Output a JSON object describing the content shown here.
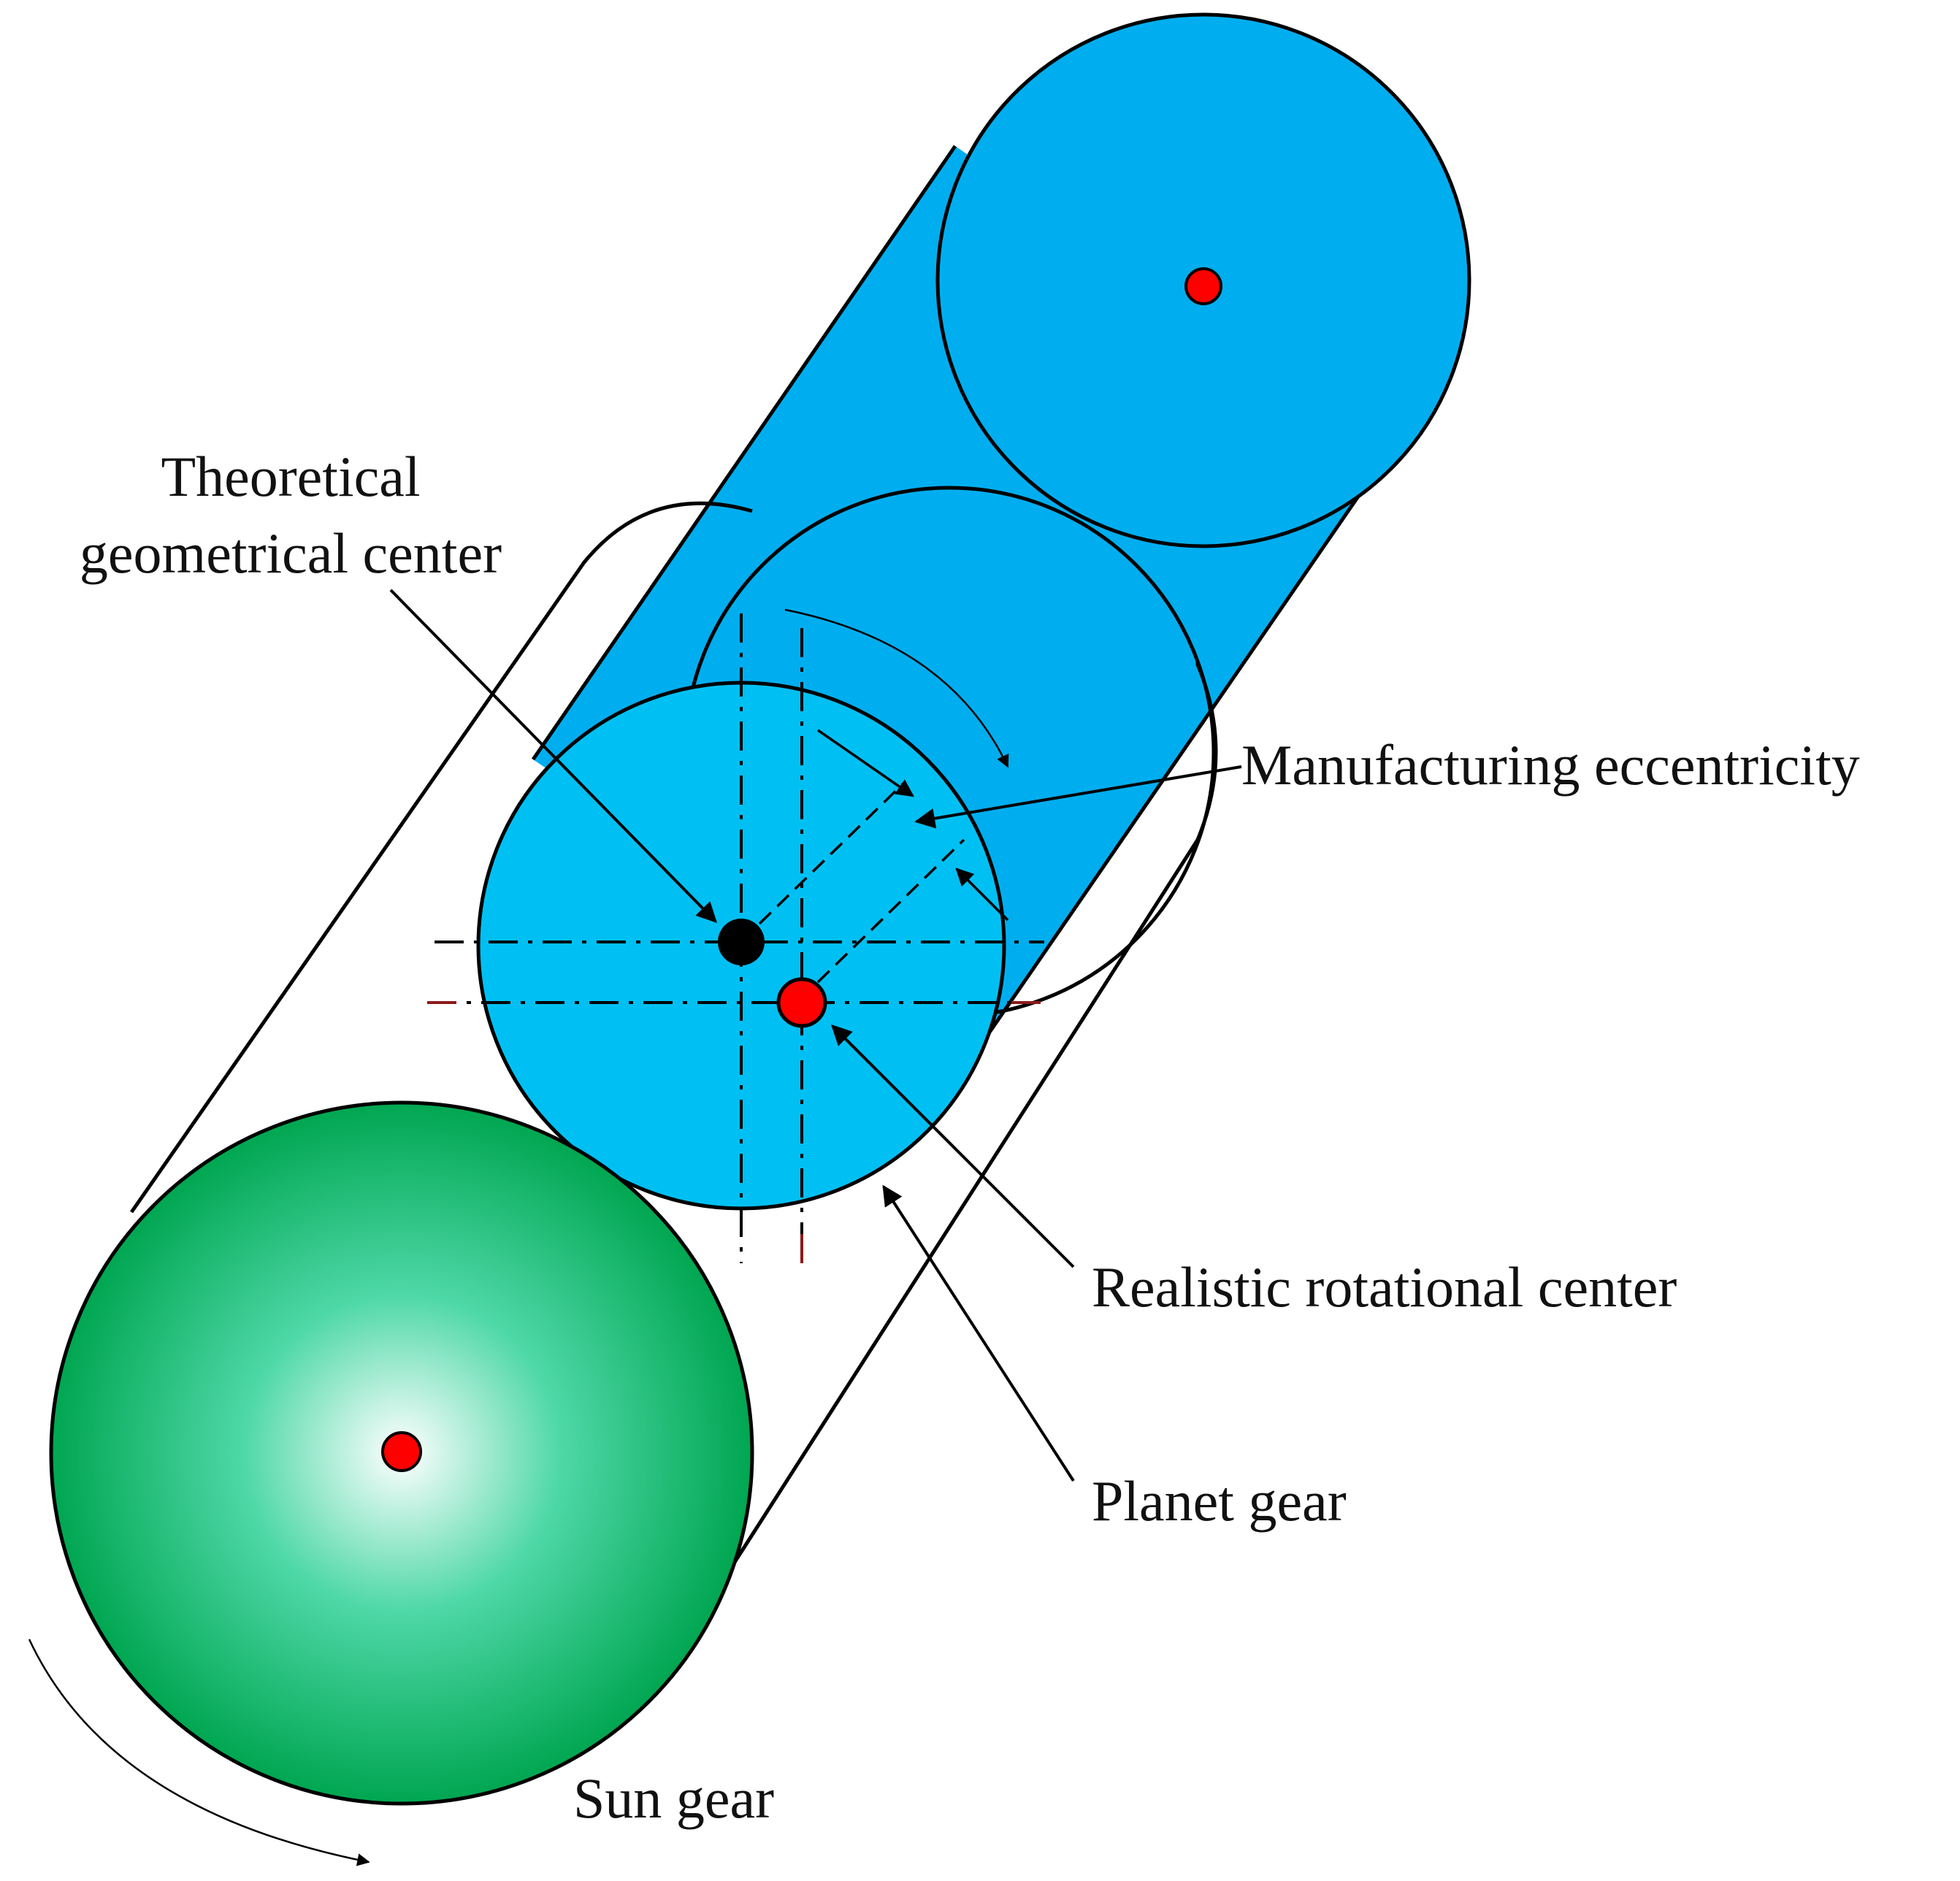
{
  "labels": {
    "theoretical_line1": "Theoretical",
    "theoretical_line2": "geometrical center",
    "manufacturing_eccentricity": "Manufacturing eccentricity",
    "realistic_rotational_center": "Realistic rotational center",
    "planet_gear": "Planet gear",
    "sun_gear": "Sun gear"
  },
  "colors": {
    "carrier_blue": "#00AEEF",
    "planet_blue": "#00C0F3",
    "sun_green_outer": "#00A651",
    "sun_green_inner": "#FFFFFF",
    "center_red": "#FF0000",
    "center_black": "#000000",
    "stroke": "#000000",
    "red_centerline": "#8B1A1A"
  }
}
